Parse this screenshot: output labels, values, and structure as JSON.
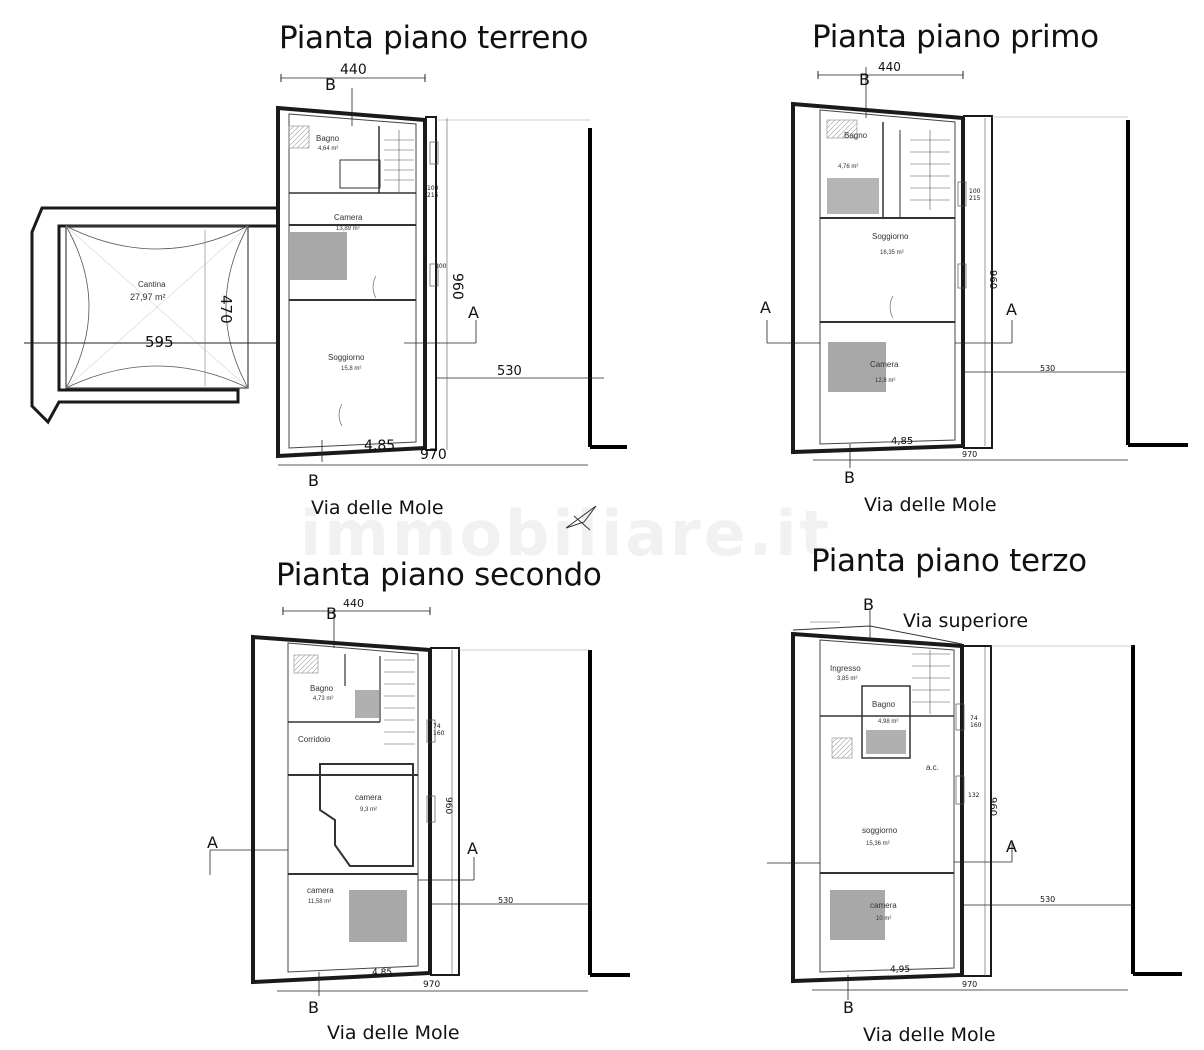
{
  "plans": {
    "ground": {
      "title": "Pianta piano terreno",
      "street": "Via delle Mole",
      "dims": {
        "top": "440",
        "bottom": "970",
        "right": "960",
        "cantina_h": "470",
        "cantina_w": "595",
        "front": "530",
        "facade": "4,85",
        "small_a": "100",
        "small_b": "215",
        "small_c": "100"
      },
      "sections": {
        "b": "B",
        "a": "A"
      },
      "rooms": [
        {
          "name": "Bagno",
          "area": "4,64 m²"
        },
        {
          "name": "Camera",
          "area": "13,89 m²"
        },
        {
          "name": "Cantina",
          "area": "27,97 m²"
        },
        {
          "name": "Soggiorno",
          "area": "15,8 m²"
        }
      ]
    },
    "first": {
      "title": "Pianta piano primo",
      "street": "Via delle Mole",
      "dims": {
        "top": "440",
        "bottom": "970",
        "right": "960",
        "front": "530",
        "facade": "4,85",
        "small_a": "100",
        "small_b": "215"
      },
      "sections": {
        "b": "B",
        "a": "A"
      },
      "rooms": [
        {
          "name": "Bagno",
          "area": "4,76 m²"
        },
        {
          "name": "Soggiorno",
          "area": "16,35 m²"
        },
        {
          "name": "Camera",
          "area": "12,8 m²"
        }
      ]
    },
    "second": {
      "title": "Pianta piano secondo",
      "street": "Via delle Mole",
      "dims": {
        "top": "440",
        "bottom": "970",
        "right": "960",
        "front": "530",
        "facade": "4,85",
        "small_a": "74",
        "small_b": "160"
      },
      "sections": {
        "b": "B",
        "a": "A"
      },
      "rooms": [
        {
          "name": "Bagno",
          "area": "4,73 m²"
        },
        {
          "name": "Corridoio",
          "area": ""
        },
        {
          "name": "camera",
          "area": "9,3 m²"
        },
        {
          "name": "camera",
          "area": "11,58 m²"
        }
      ]
    },
    "third": {
      "title": "Pianta piano terzo",
      "street": "Via delle Mole",
      "upper_street": "Via superiore",
      "dims": {
        "bottom": "970",
        "right": "960",
        "front": "530",
        "facade": "4,95",
        "small_a": "74",
        "small_b": "160",
        "small_c": "132"
      },
      "sections": {
        "b": "B",
        "a": "A"
      },
      "rooms": [
        {
          "name": "Ingresso",
          "area": "3,85 m²"
        },
        {
          "name": "Bagno",
          "area": "4,98 m²"
        },
        {
          "name": "soggiorno",
          "area": "15,36 m²"
        },
        {
          "name": "camera",
          "area": "10 m²"
        }
      ],
      "note": "a.c."
    }
  },
  "watermark": "immobiliare.it",
  "colors": {
    "wall": "#1a1a1a",
    "thin": "#555555",
    "shade": "#a8a8a8",
    "ink": "#111111"
  }
}
